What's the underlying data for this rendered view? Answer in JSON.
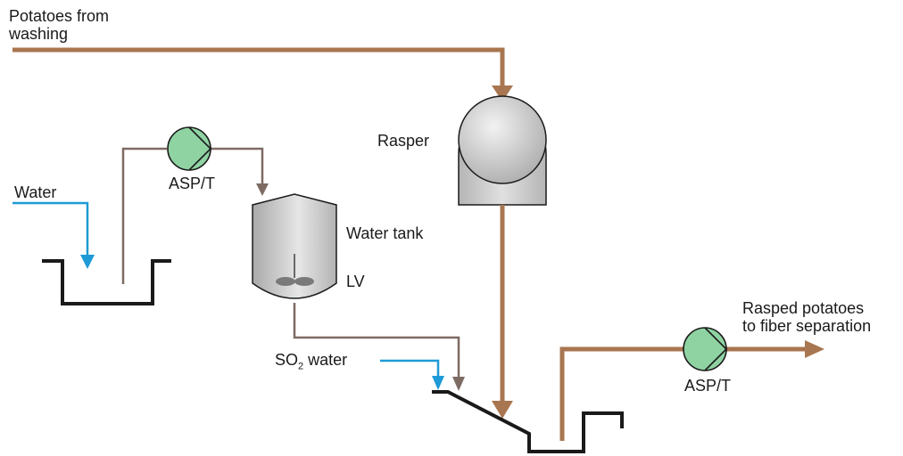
{
  "labels": {
    "potatoes_in": [
      "Potatoes from",
      "washing"
    ],
    "water": "Water",
    "pump_left": "ASP/T",
    "rasper": "Rasper",
    "water_tank": "Water tank",
    "agitator": "LV",
    "so2_prefix": "SO",
    "so2_sub": "2",
    "so2_suffix": " water",
    "output": [
      "Rasped potatoes",
      "to fiber separation"
    ],
    "pump_right": "ASP/T"
  },
  "colors": {
    "potato_flow": "#a87650",
    "water_flow": "#1e9ad6",
    "tank_flow": "#7e6b64",
    "vessel": "#1a1a1a",
    "pump_fill": "#8fd3a3",
    "equipment_gray": "#c4c4c4"
  }
}
